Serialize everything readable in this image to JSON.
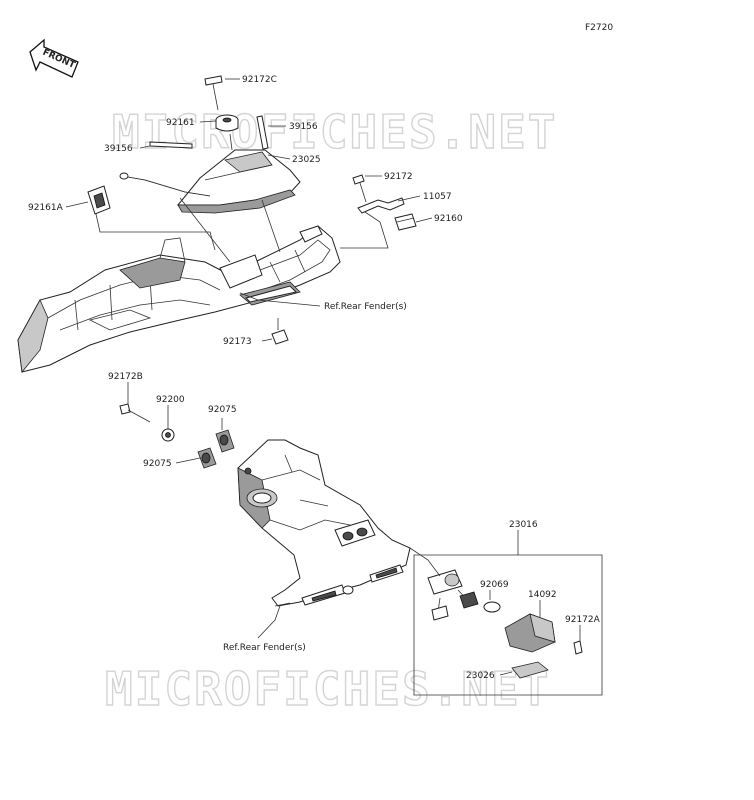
{
  "figure_code": "F2720",
  "front_label": "FRONT",
  "watermark": "MICROFICHES.NET",
  "parts": {
    "p92172C": "92172C",
    "p92161": "92161",
    "p39156_right": "39156",
    "p39156_left": "39156",
    "p23025": "23025",
    "p92172": "92172",
    "p11057": "11057",
    "p92160": "92160",
    "p92161A": "92161A",
    "ref_rear_fender_top": "Ref.Rear Fender(s)",
    "p92173": "92173",
    "p92172B": "92172B",
    "p92200": "92200",
    "p92075_right": "92075",
    "p92075_left": "92075",
    "p23016": "23016",
    "p92069": "92069",
    "p14092": "14092",
    "p92172A": "92172A",
    "ref_rear_fender_bottom": "Ref.Rear Fender(s)",
    "p23026": "23026"
  }
}
